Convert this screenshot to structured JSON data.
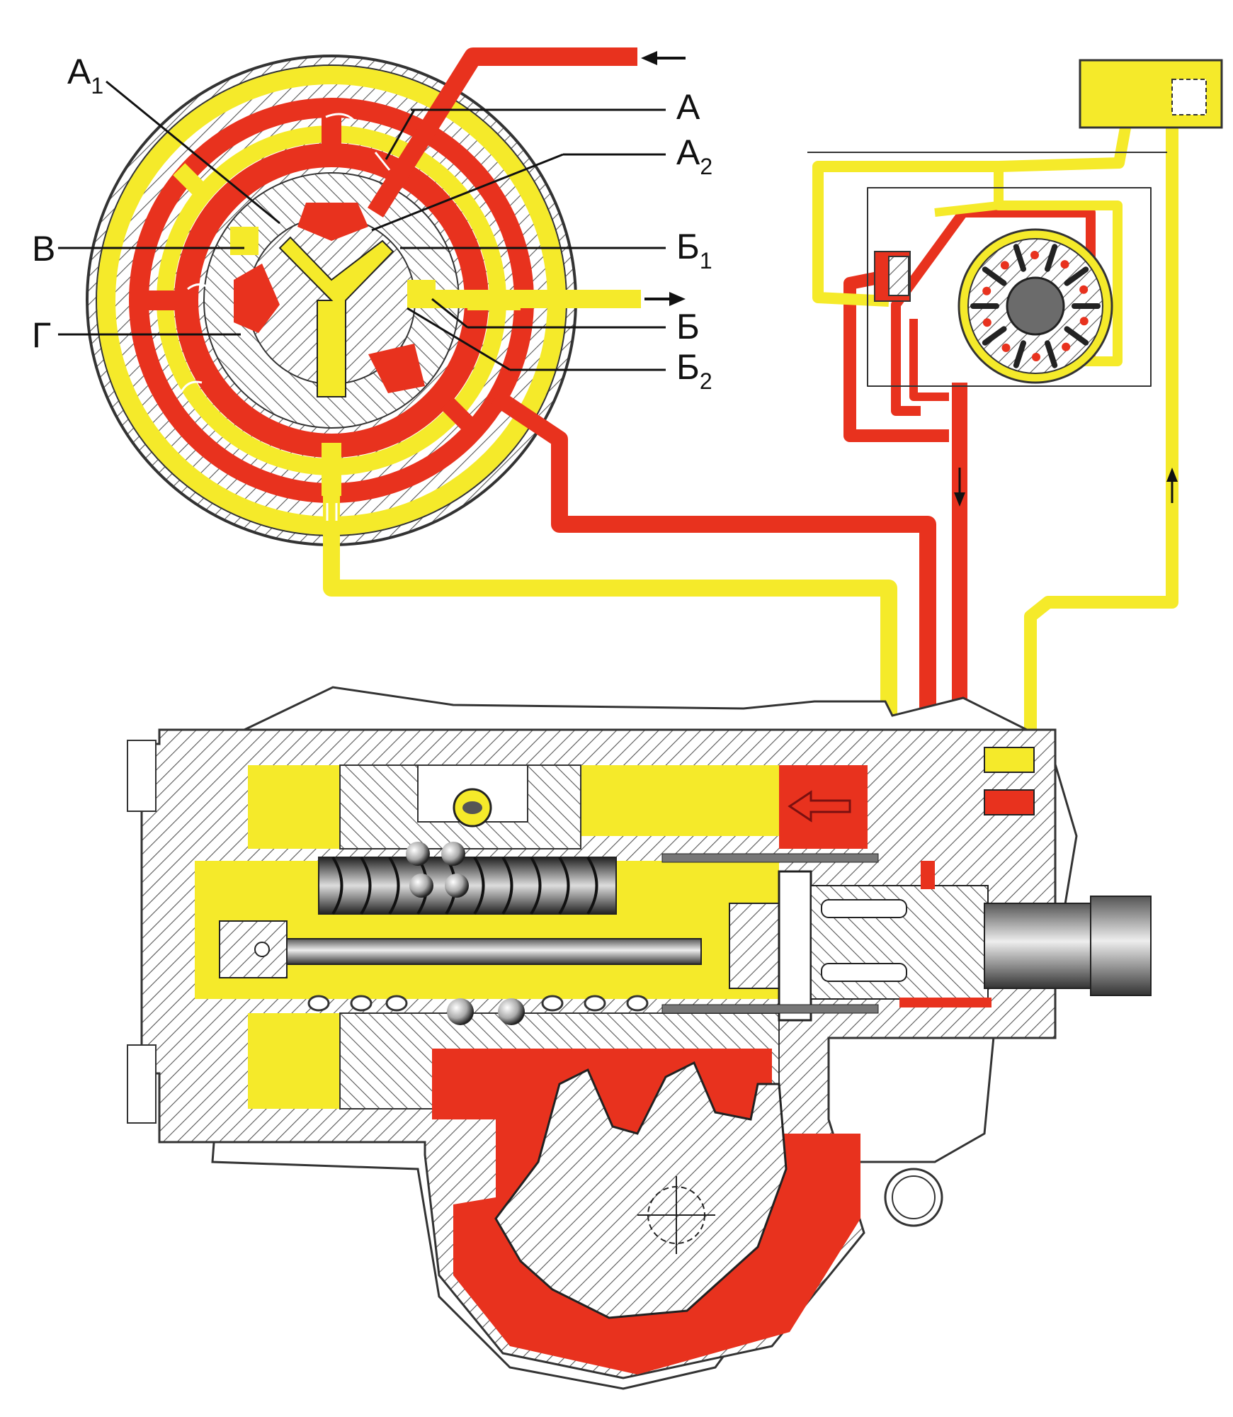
{
  "labels": {
    "a1_main": "А",
    "a1_sub": "1",
    "a": "А",
    "a2_main": "А",
    "a2_sub": "2",
    "v": "В",
    "b1_main": "Б",
    "b1_sub": "1",
    "g": "Г",
    "b": "Б",
    "b2_main": "Б",
    "b2_sub": "2"
  },
  "colors": {
    "pressure": "#e8321e",
    "return": "#f5ea2a",
    "housing_outline": "#333333",
    "hatch": "#555555",
    "background": "#ffffff"
  },
  "icons": {
    "inlet_arrow": "arrow-left-icon",
    "outlet_arrow": "arrow-right-icon",
    "flow_down": "arrow-down-icon",
    "flow_up": "arrow-up-icon",
    "piston_force": "hollow-arrow-left-icon"
  }
}
